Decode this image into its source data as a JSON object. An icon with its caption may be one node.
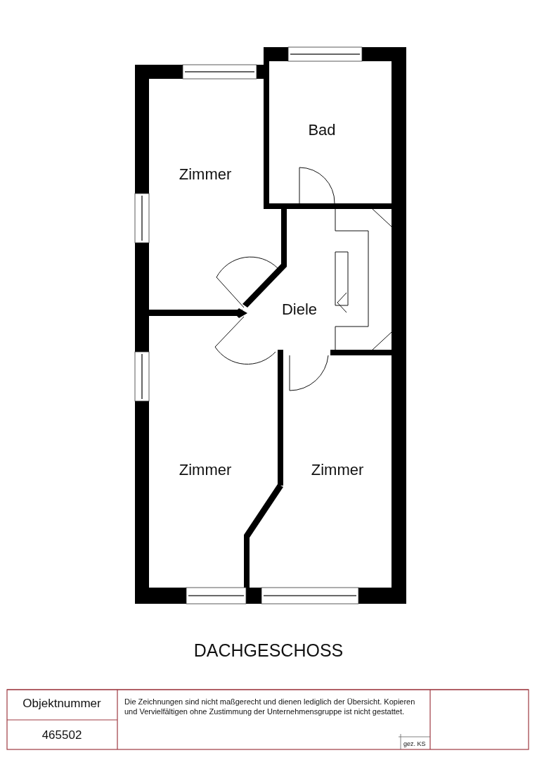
{
  "diagram": {
    "title": "DACHGESCHOSS",
    "labels": [
      "Bad",
      "Zimmer",
      "Diele",
      "Zimmer",
      "Zimmer",
      "Objektnummer",
      "Die Zeichnungen sind nicht maßgerecht und dienen lediglich der Übersicht. Kopieren und Vervielfältigen ohne Zustimmung der Unternehmensgruppe ist nicht gestattet.",
      "465502",
      "gez. KS"
    ]
  }
}
